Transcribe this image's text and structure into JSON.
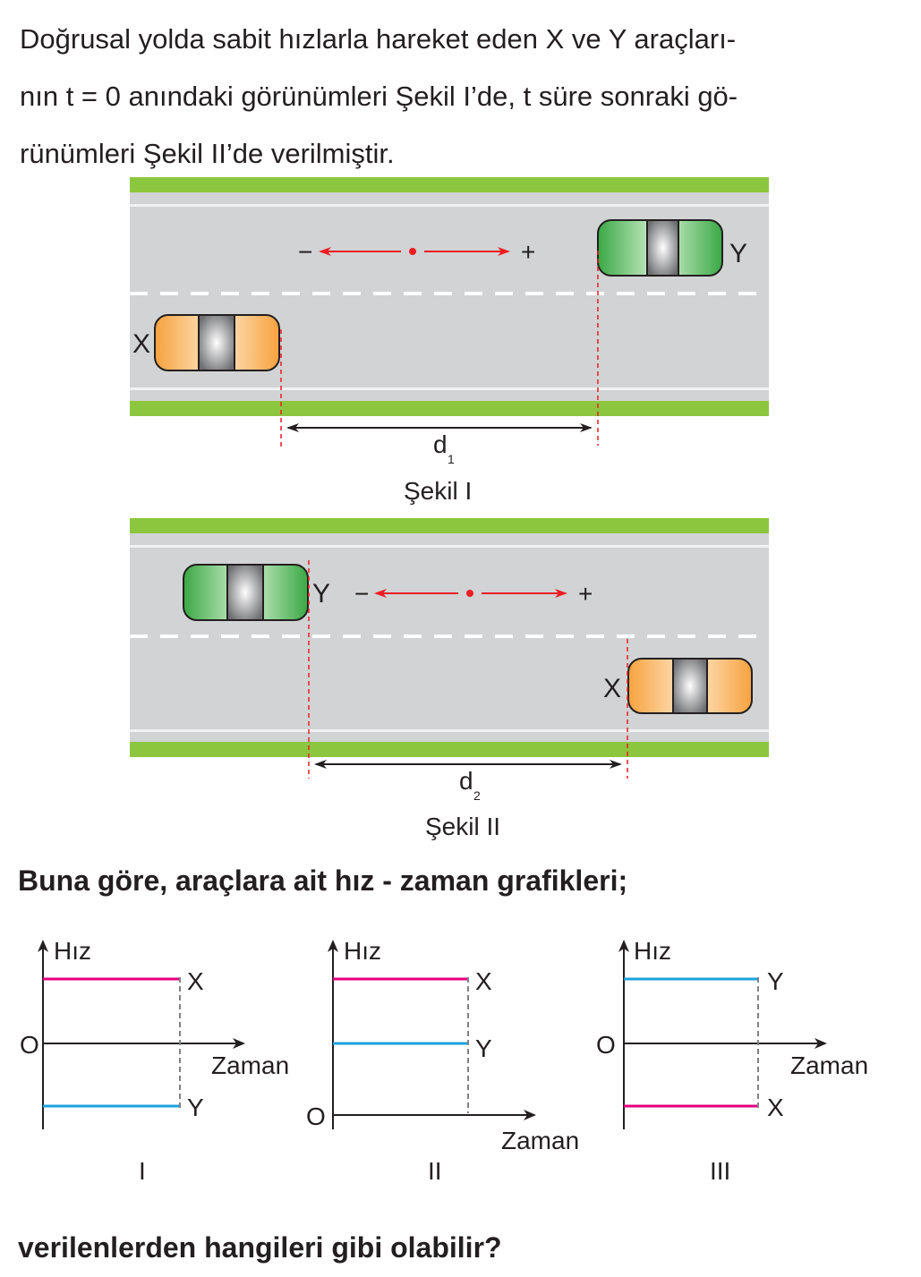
{
  "intro": {
    "line1": "Doğrusal yolda sabit hızlarla hareket eden X ve Y araçları-",
    "line2": "nın t = 0 anındaki görünümleri Şekil I’de, t süre sonraki gö-",
    "line3": "rünümleri Şekil II’de verilmiştir."
  },
  "figure1": {
    "caption": "Şekil I",
    "distance_label": "d",
    "distance_sub": "1",
    "minus": "−",
    "plus": "+",
    "car_x_label": "X",
    "car_y_label": "Y"
  },
  "figure2": {
    "caption": "Şekil II",
    "distance_label": "d",
    "distance_sub": "2",
    "minus": "−",
    "plus": "+",
    "car_x_label": "X",
    "car_y_label": "Y"
  },
  "question": "Buna göre, araçlara ait hız - zaman grafikleri;",
  "graphs": [
    {
      "roman": "I",
      "y_axis": "Hız",
      "x_axis": "Zaman",
      "origin": "O",
      "upper_line_label": "X",
      "lower_line_label": "Y",
      "upper_line_color": "#e6007e",
      "lower_line_color": "#1ba1dc"
    },
    {
      "roman": "II",
      "y_axis": "Hız",
      "x_axis": "Zaman",
      "origin": "O",
      "upper_line_label": "X",
      "lower_line_label": "Y",
      "upper_line_color": "#e6007e",
      "lower_line_color": "#1ba1dc"
    },
    {
      "roman": "III",
      "y_axis": "Hız",
      "x_axis": "Zaman",
      "origin": "O",
      "upper_line_label": "Y",
      "lower_line_label": "X",
      "upper_line_color": "#1ba1dc",
      "lower_line_color": "#e6007e"
    }
  ],
  "closing": "verilenlerden hangileri gibi olabilir?",
  "colors": {
    "grass": "#8cc63f",
    "road": "#d1d3d4",
    "car_x": "#f7a23e",
    "car_y": "#3fae49",
    "arrow_red": "#ed1c24"
  }
}
